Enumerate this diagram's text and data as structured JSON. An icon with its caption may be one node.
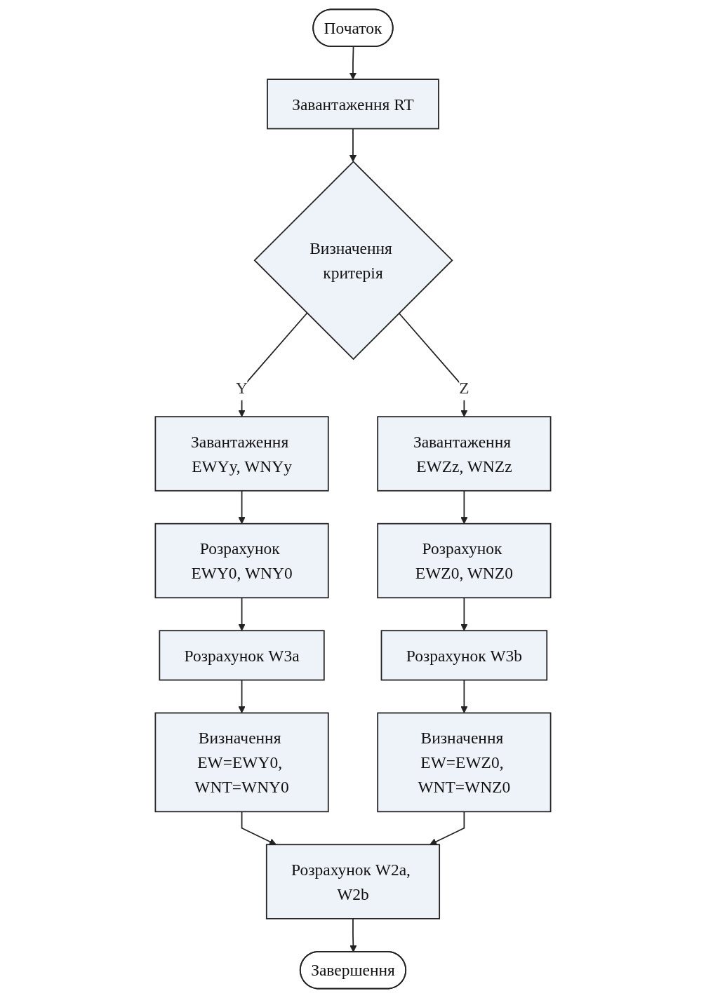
{
  "diagram": {
    "nodes": [
      {
        "text": [
          "Початок"
        ]
      },
      {
        "text": [
          "Завантаження RT"
        ]
      },
      {
        "text": [
          "Визначення критерія"
        ]
      },
      {
        "text": [
          "Завантаження EWYy, WNYy"
        ]
      },
      {
        "text": [
          "Розрахунок EWY0, WNY0"
        ]
      },
      {
        "text": [
          "Розрахунок W3a"
        ]
      },
      {
        "text": [
          "Визначення EW=EWY0, WNT=WNY0"
        ]
      },
      {
        "text": [
          "Завантаження EWZz, WNZz"
        ]
      },
      {
        "text": [
          "Розрахунок EWZ0, WNZ0"
        ]
      },
      {
        "text": [
          "Розрахунок W3b"
        ]
      },
      {
        "text": [
          "Визначення EW=EWZ0, WNT=WNZ0"
        ]
      },
      {
        "text": [
          "Розрахунок W2a, W2b"
        ]
      },
      {
        "text": [
          "Завершення"
        ]
      }
    ],
    "edges": [
      {
        "from": 0,
        "to": 1,
        "arrow": "to"
      },
      {
        "from": 1,
        "to": 2,
        "arrow": "to"
      },
      {
        "from": 2,
        "to": 3,
        "arrow": "to",
        "label": "Y"
      },
      {
        "from": 3,
        "to": 4,
        "arrow": "to"
      },
      {
        "from": 4,
        "to": 5,
        "arrow": "to"
      },
      {
        "from": 5,
        "to": 6,
        "arrow": "to"
      },
      {
        "from": 2,
        "to": 7,
        "arrow": "to",
        "label": "Z"
      },
      {
        "from": 7,
        "to": 8,
        "arrow": "to"
      },
      {
        "from": 8,
        "to": 9,
        "arrow": "to"
      },
      {
        "from": 9,
        "to": 10,
        "arrow": "to"
      },
      {
        "from": 6,
        "to": 11,
        "arrow": "to"
      },
      {
        "from": 10,
        "to": 11,
        "arrow": "to"
      },
      {
        "from": 11,
        "to": 12,
        "arrow": "to"
      }
    ]
  }
}
